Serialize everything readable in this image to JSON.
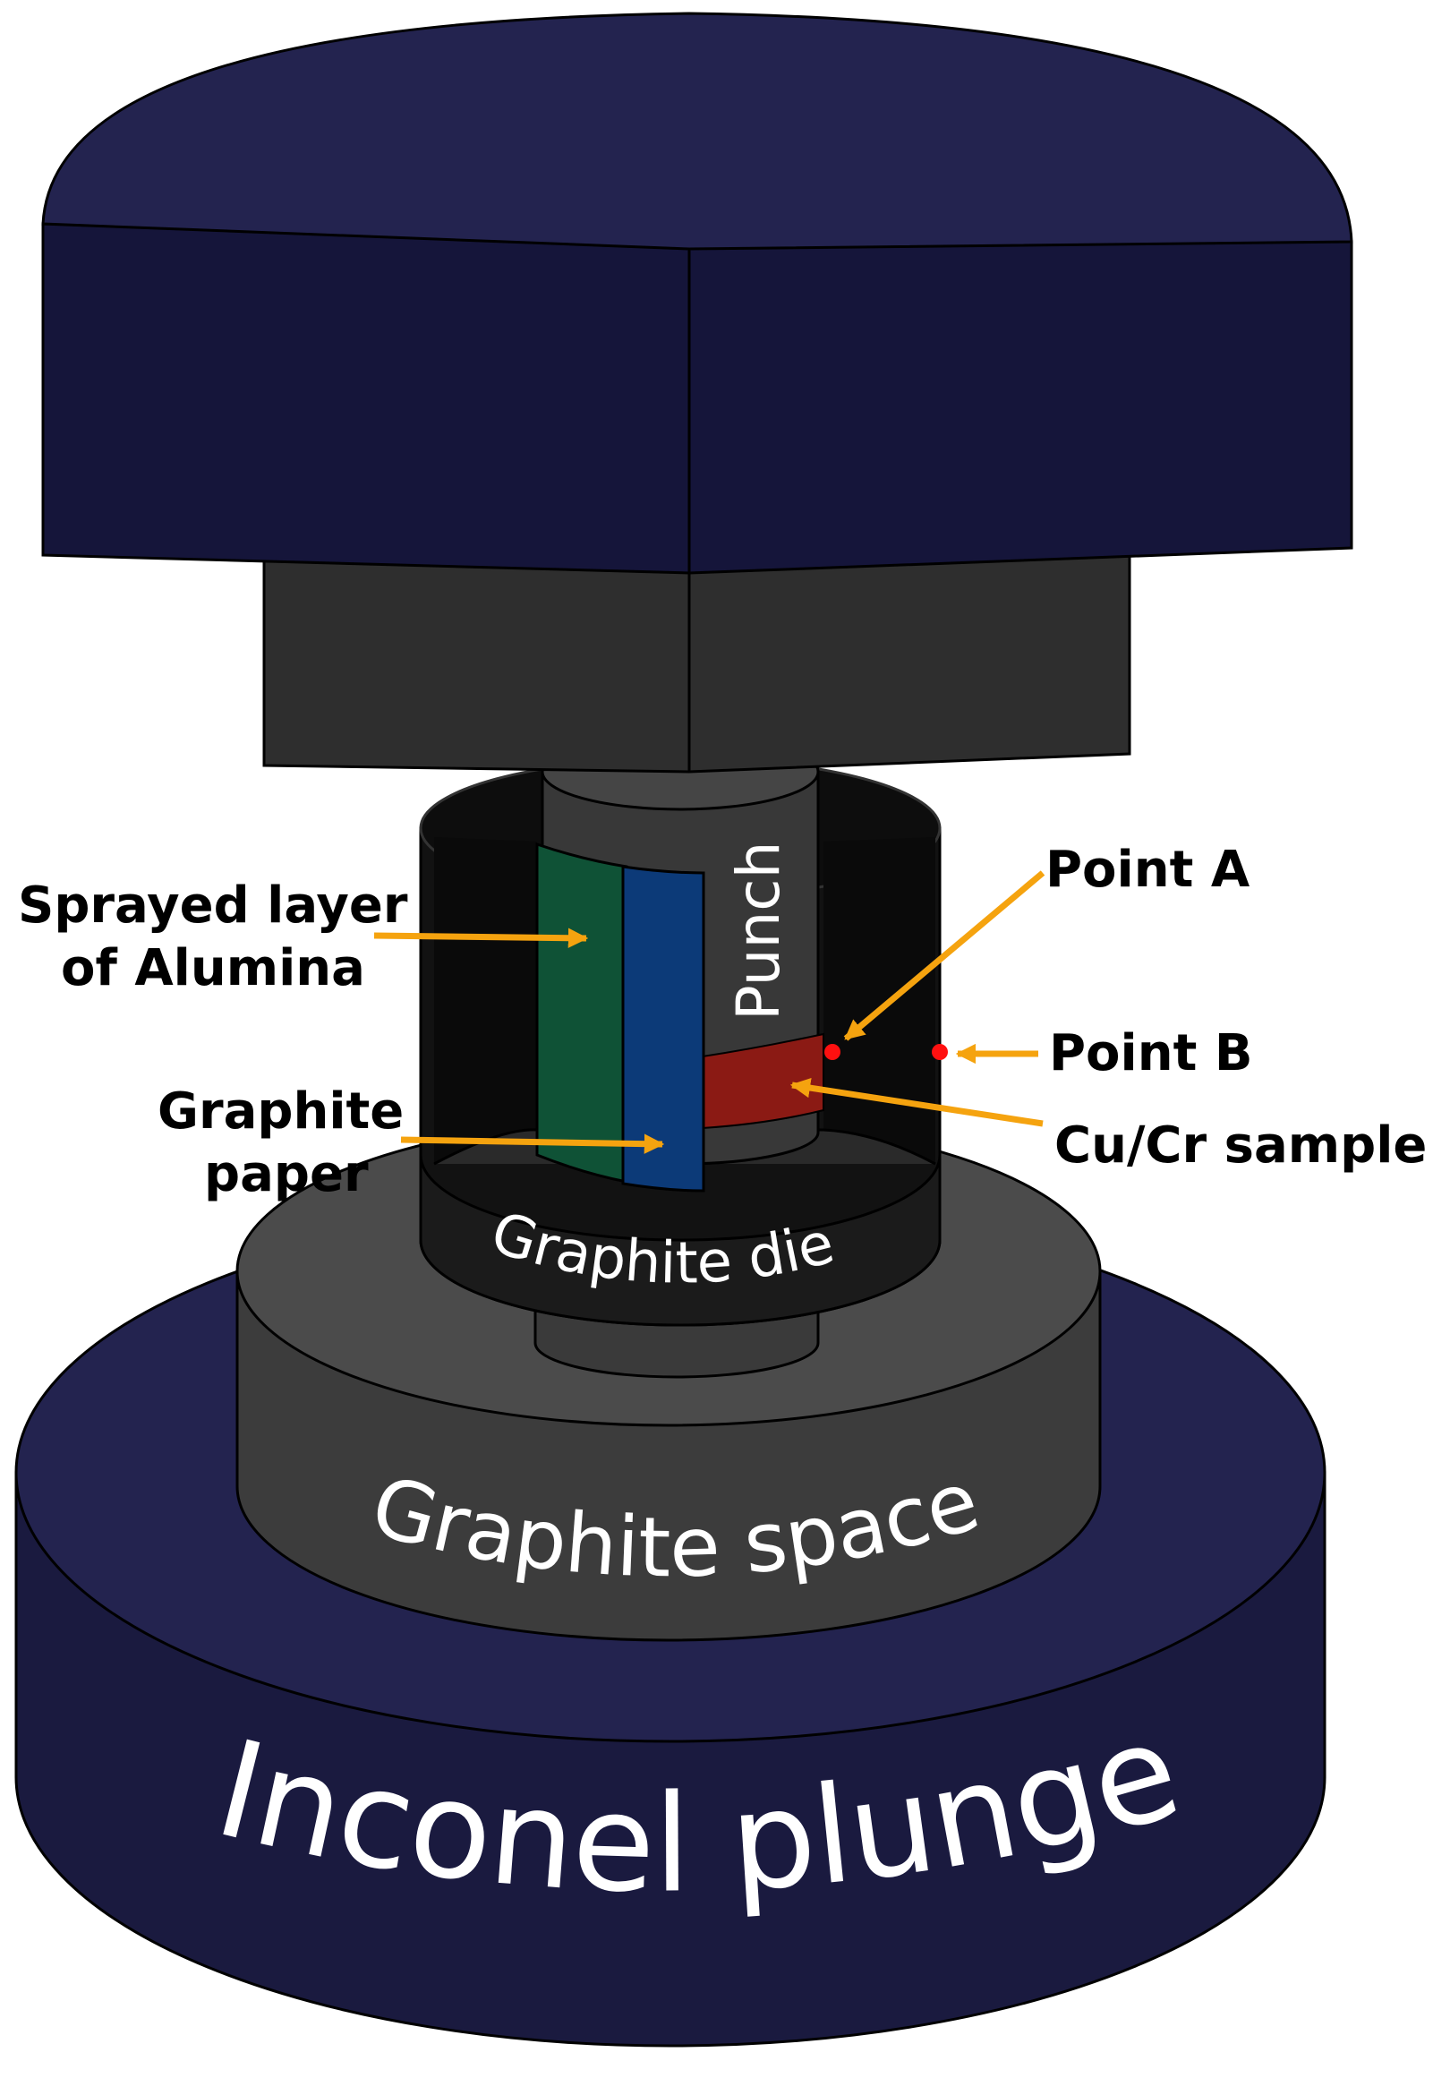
{
  "components": {
    "inconel_plunger": "Inconel plunger",
    "graphite_spacer": "Graphite spacer",
    "graphite_die": "Graphite die",
    "punch": "Punch"
  },
  "callouts": {
    "sprayed_layer_line1": "Sprayed layer",
    "sprayed_layer_line2": "of Alumina",
    "graphite_paper_line1": "Graphite",
    "graphite_paper_line2": "paper",
    "point_a": "Point A",
    "point_b": "Point B",
    "cu_cr_sample": "Cu/Cr sample"
  },
  "colors": {
    "navy": "#1f1f4a",
    "navy_dark": "#1a1a3f",
    "navy_darker": "#15153a",
    "dark_gray": "#333333",
    "graphite_gray": "#454545",
    "die_black": "#111111",
    "alumina_green": "#0f5236",
    "paper_blue": "#0c3a78",
    "sample_red": "#8b1a14",
    "arrow_orange": "#f5a30f",
    "point_red": "#ff1010"
  }
}
